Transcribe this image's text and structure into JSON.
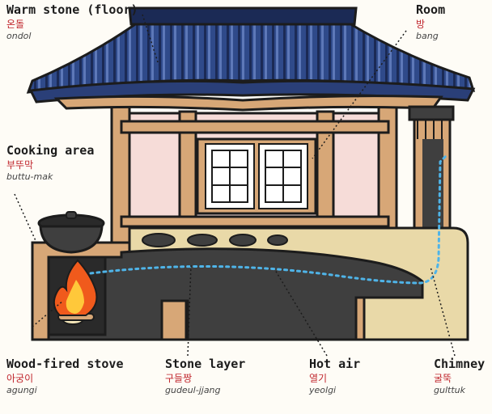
{
  "labels": {
    "floor": {
      "en": "Warm stone (floor)",
      "ko": "온돌",
      "rom": "ondol"
    },
    "room": {
      "en": "Room",
      "ko": "방",
      "rom": "bang"
    },
    "cooking": {
      "en": "Cooking area",
      "ko": "부뚜막",
      "rom": "buttu-mak"
    },
    "stove": {
      "en": "Wood-fired stove",
      "ko": "아궁이",
      "rom": "agungi"
    },
    "stone": {
      "en": "Stone layer",
      "ko": "구들짱",
      "rom": "gudeul-jjang"
    },
    "hotair": {
      "en": "Hot air",
      "ko": "열기",
      "rom": "yeolgi"
    },
    "chimney": {
      "en": "Chimney",
      "ko": "굴뚝",
      "rom": "gulttuk"
    }
  },
  "colors": {
    "roof_tile": "#2f4a8a",
    "roof_dark": "#1b2a55",
    "wood": "#d7a777",
    "wall": "#f6dcd8",
    "floor_stone": "#e9d9a8",
    "flue": "#3f3f3f",
    "hot_air": "#4fb4e8",
    "flame": "#f05a1c",
    "label_ko": "#c0262d"
  }
}
